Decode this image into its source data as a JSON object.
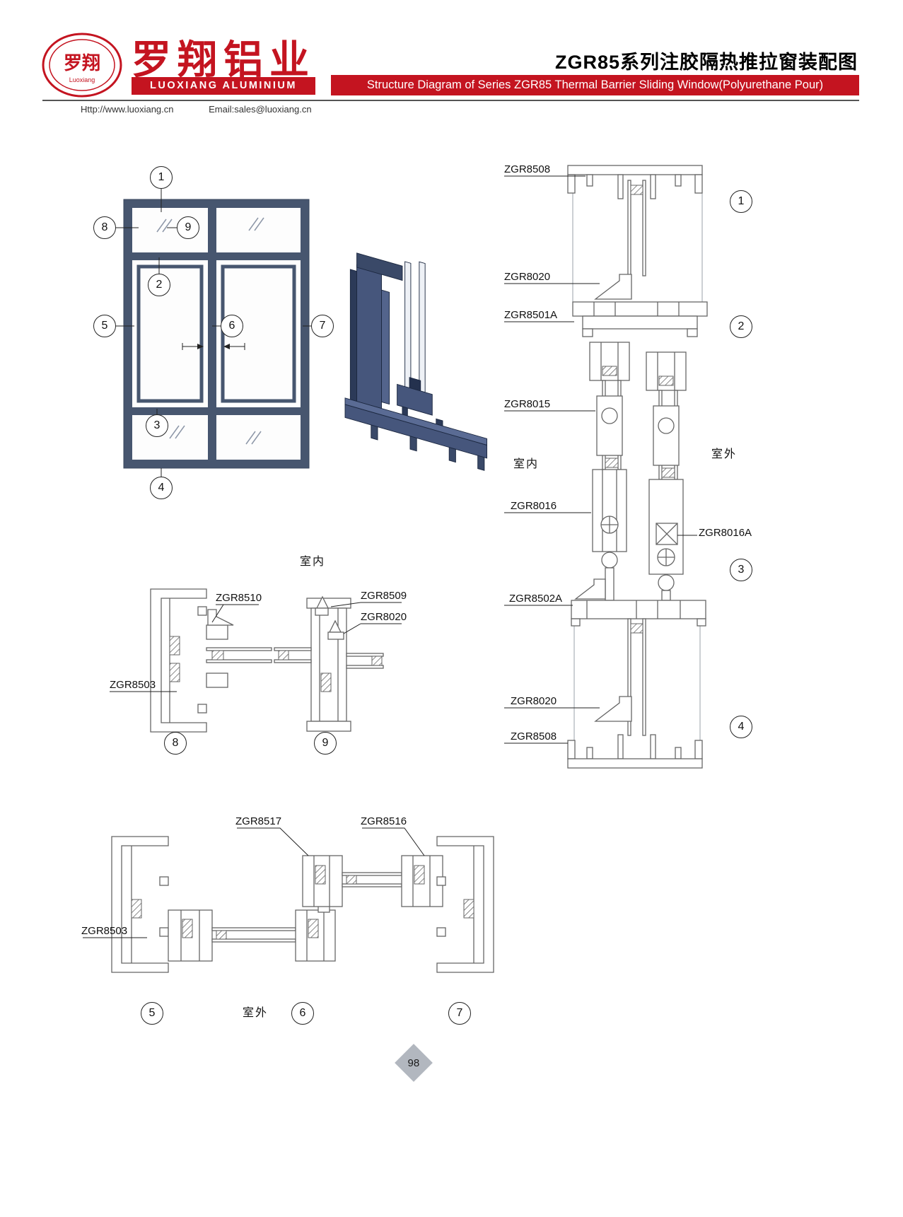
{
  "header": {
    "logo": {
      "seal_cn": "罗翔",
      "seal_en": "Luoxiang"
    },
    "brand_cn": "罗翔铝业",
    "brand_en": "LUOXIANG ALUMINIUM",
    "title_cn": "ZGR85系列注胶隔热推拉窗装配图",
    "title_en": "Structure Diagram of Series ZGR85 Thermal Barrier Sliding Window(Polyurethane Pour)",
    "website": "Http://www.luoxiang.cn",
    "email": "Email:sales@luoxiang.cn"
  },
  "colors": {
    "brand_red": "#c41420",
    "frame_blue": "#47566f",
    "line_gray": "#666666"
  },
  "elevation": {
    "callouts": [
      "1",
      "8",
      "9",
      "2",
      "5",
      "6",
      "7",
      "3",
      "4"
    ]
  },
  "vertical_section": {
    "labels": [
      "ZGR8508",
      "ZGR8020",
      "ZGR8501A",
      "ZGR8015",
      "ZGR8016",
      "ZGR8016A",
      "ZGR8502A",
      "ZGR8020",
      "ZGR8508"
    ],
    "indoor": "室内",
    "outdoor": "室外",
    "callouts": [
      "1",
      "2",
      "3",
      "4"
    ]
  },
  "details_8_9": {
    "indoor": "室内",
    "labels": [
      "ZGR8510",
      "ZGR8509",
      "ZGR8020",
      "ZGR8503"
    ],
    "callouts": [
      "8",
      "9"
    ]
  },
  "details_5_6_7": {
    "outdoor": "室外",
    "labels": [
      "ZGR8517",
      "ZGR8516",
      "ZGR8503"
    ],
    "callouts": [
      "5",
      "6",
      "7"
    ]
  },
  "page": {
    "number": "98"
  }
}
